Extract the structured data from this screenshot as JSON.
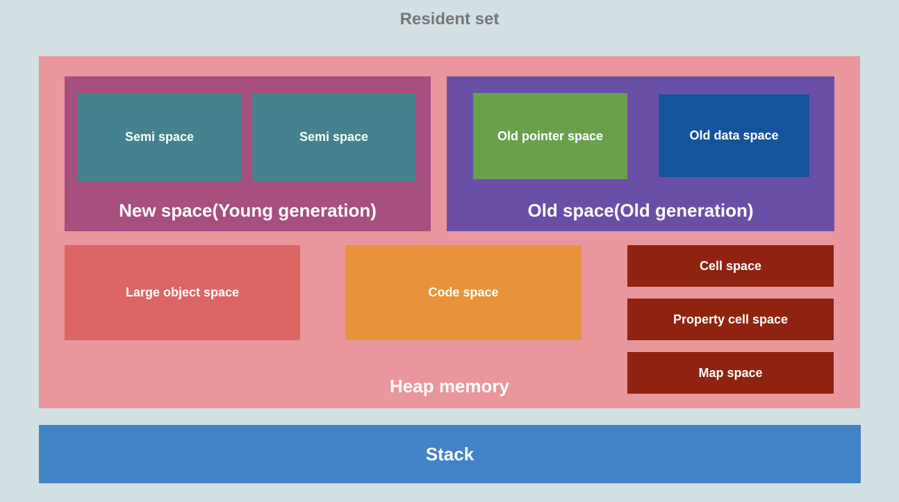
{
  "title": "Resident set",
  "heap": {
    "label": "Heap memory",
    "new_space": {
      "label": "New space(Young generation)",
      "semi_spaces": [
        "Semi space",
        "Semi space"
      ]
    },
    "old_space": {
      "label": "Old space(Old generation)",
      "old_pointer_space": "Old pointer space",
      "old_data_space": "Old data space"
    },
    "large_object_space": "Large object space",
    "code_space": "Code space",
    "cell_spaces": [
      "Cell space",
      "Property cell space",
      "Map space"
    ]
  },
  "stack": {
    "label": "Stack"
  },
  "colors": {
    "background": "#d3e0e4",
    "heap": "#e9979d",
    "new_space": "#a64e7e",
    "semi_space": "#45818e",
    "old_space": "#6a4fa6",
    "old_pointer_space": "#69a14b",
    "old_data_space": "#14549c",
    "large_object_space": "#dd6665",
    "code_space": "#e8933a",
    "cell_space": "#8f2310",
    "stack": "#4183c4",
    "title_text": "#74787b",
    "box_text": "#ffffff"
  }
}
